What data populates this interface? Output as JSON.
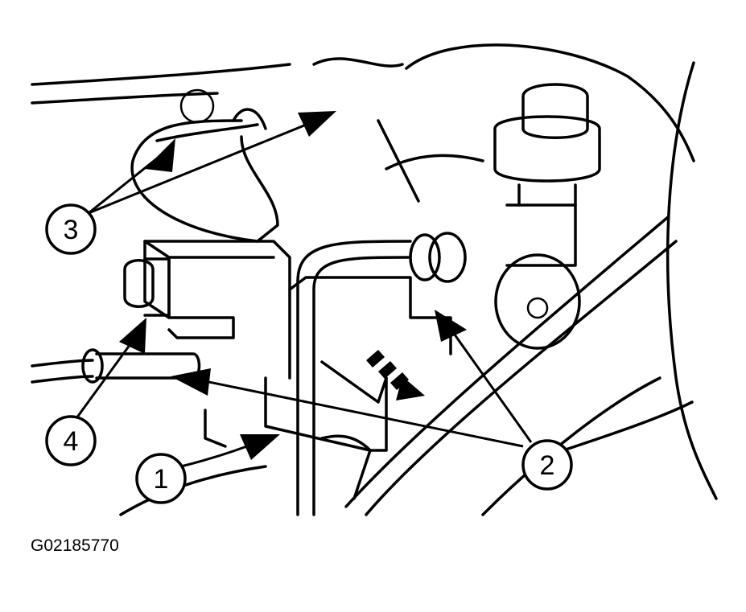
{
  "figure_id": "G02185770",
  "callouts": [
    {
      "label": "1"
    },
    {
      "label": "2"
    },
    {
      "label": "3"
    },
    {
      "label": "4"
    }
  ]
}
